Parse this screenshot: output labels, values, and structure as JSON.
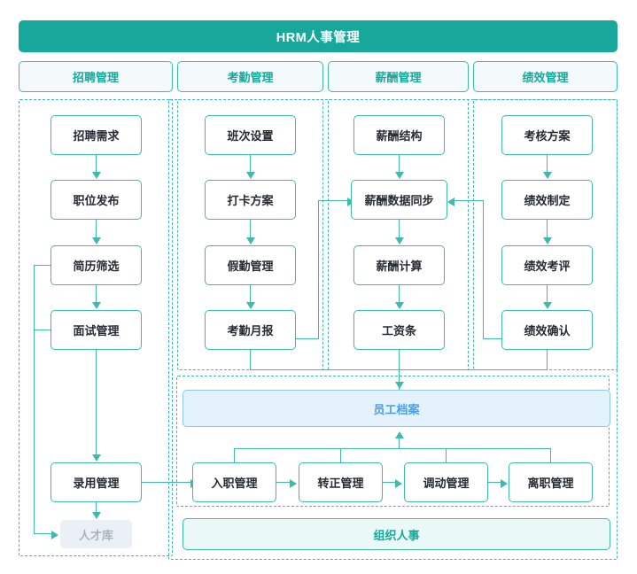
{
  "header": {
    "title": "HRM人事管理"
  },
  "tabs": [
    {
      "label": "招聘管理"
    },
    {
      "label": "考勤管理"
    },
    {
      "label": "薪酬管理"
    },
    {
      "label": "绩效管理"
    }
  ],
  "columns": {
    "recruitment": {
      "nodes": [
        {
          "label": "招聘需求"
        },
        {
          "label": "职位发布"
        },
        {
          "label": "简历筛选"
        },
        {
          "label": "面试管理"
        },
        {
          "label": "录用管理"
        },
        {
          "label": "人才库"
        }
      ]
    },
    "attendance": {
      "nodes": [
        {
          "label": "班次设置"
        },
        {
          "label": "打卡方案"
        },
        {
          "label": "假勤管理"
        },
        {
          "label": "考勤月报"
        }
      ]
    },
    "payroll": {
      "nodes": [
        {
          "label": "薪酬结构"
        },
        {
          "label": "薪酬数据同步"
        },
        {
          "label": "薪酬计算"
        },
        {
          "label": "工资条"
        }
      ]
    },
    "performance": {
      "nodes": [
        {
          "label": "考核方案"
        },
        {
          "label": "绩效制定"
        },
        {
          "label": "绩效考评"
        },
        {
          "label": "绩效确认"
        }
      ]
    }
  },
  "employee_records": {
    "label": "员工档案"
  },
  "lifecycle": {
    "nodes": [
      {
        "label": "入职管理"
      },
      {
        "label": "转正管理"
      },
      {
        "label": "调动管理"
      },
      {
        "label": "离职管理"
      }
    ]
  },
  "org_personnel": {
    "label": "组织人事"
  },
  "colors": {
    "brand_teal": "#17a89b",
    "line_teal": "#3fb8ae",
    "tab_bg": "#f4f9fc",
    "records_blue": "#4a9fe8",
    "records_bg": "#e4f2fd",
    "muted_bg": "#eaf0f6",
    "muted_text": "#a8b2bf",
    "node_text": "#262b33"
  }
}
